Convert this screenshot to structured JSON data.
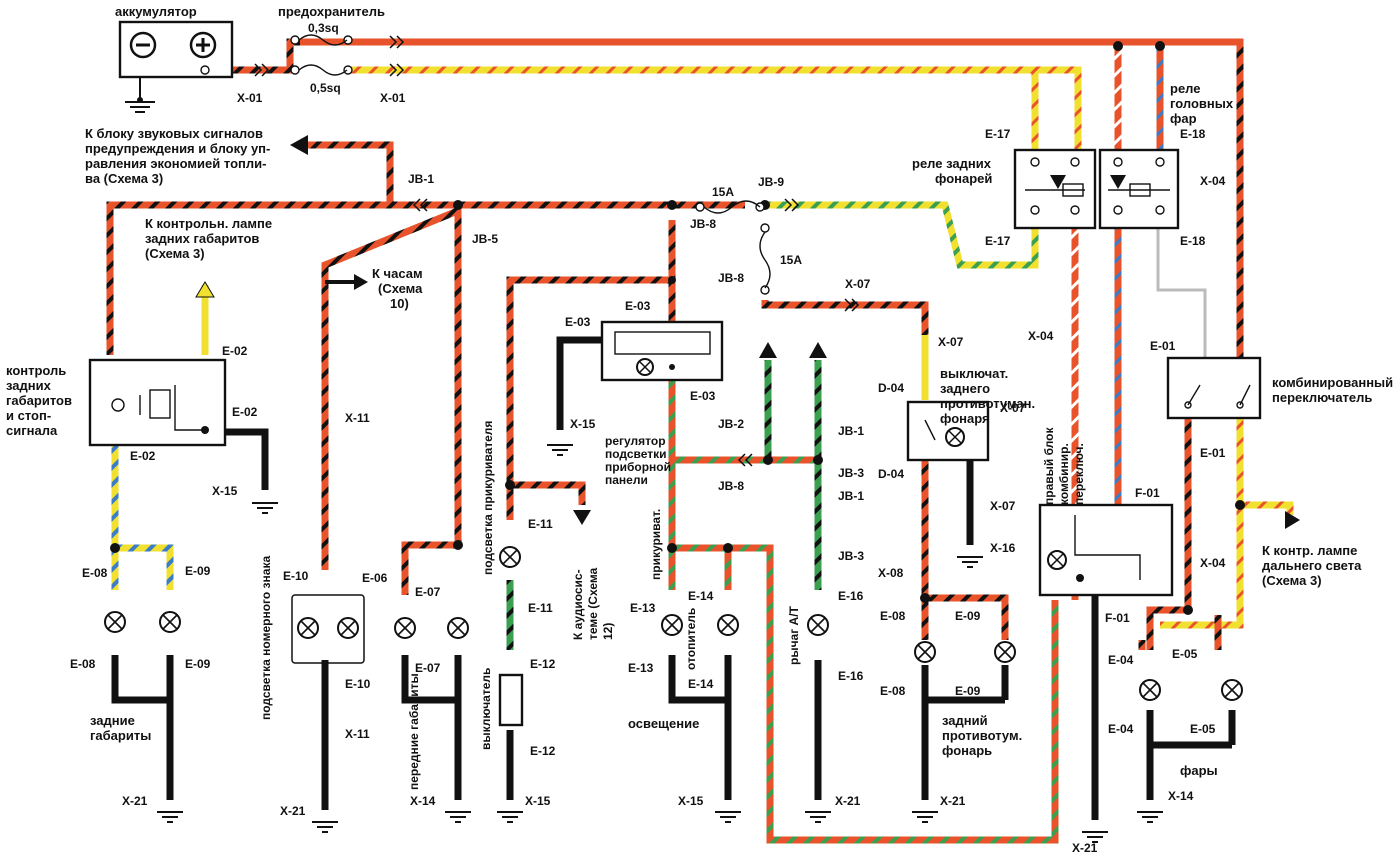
{
  "colors": {
    "red_black": [
      "#e8532b",
      "#111111"
    ],
    "yellow_red": [
      "#f2e030",
      "#e8532b"
    ],
    "green_black": [
      "#3aa050",
      "#111111"
    ],
    "orange_green": [
      "#e8532b",
      "#3aa050"
    ],
    "yellow_blue": [
      "#f2e030",
      "#3a7cc8"
    ],
    "ground": "#111111",
    "orange": "#e8532b",
    "yellow": "#f2e030"
  },
  "labels": {
    "battery": "аккумулятор",
    "fuse_link": "предохранитель",
    "fuse_03": "0,3sq",
    "fuse_05": "0,5sq",
    "x01_a": "X-01",
    "x01_b": "X-01",
    "sound_block_1": "К блоку звуковых сигналов",
    "sound_block_2": "предупреждения и блоку уп-",
    "sound_block_3": "равления экономией топли-",
    "sound_block_4": "ва (Схема 3)",
    "tail_lamp_ctrl_1": "К контрольн. лампе",
    "tail_lamp_ctrl_2": "задних габаритов",
    "tail_lamp_ctrl_3": "(Схема 3)",
    "clock_1": "К часам",
    "clock_2": "(Схема",
    "clock_3": "10)",
    "jb1_top": "JB-1",
    "jb5": "JB-5",
    "fuse15a_1": "15A",
    "jb9": "JB-9",
    "jb8_a": "JB-8",
    "jb8_b": "JB-8",
    "fuse15a_2": "15A",
    "x07_a": "X-07",
    "x07_b": "X-07",
    "x07_c": "X-07",
    "x07_d": "X-07",
    "rear_relay_1": "реле задних",
    "rear_relay_2": "фонарей",
    "head_relay_1": "реле",
    "head_relay_2": "головных",
    "head_relay_3": "фар",
    "e17_a": "E-17",
    "e17_b": "E-17",
    "e18_a": "E-18",
    "e18_b": "E-18",
    "x04_a": "X-04",
    "x04_b": "X-04",
    "x04_c": "X-04",
    "e01_a": "E-01",
    "e01_b": "E-01",
    "combi_switch": "комбинированный",
    "combi_switch_2": "переключатель",
    "right_block_1": "правый блок",
    "right_block_2": "комбинир.",
    "right_block_3": "переключ.",
    "f01_a": "F-01",
    "f01_b": "F-01",
    "highbeam_1": "К контр. лампе",
    "highbeam_2": "дальнего света",
    "highbeam_3": "(Схема 3)",
    "ctrl_tail_1": "контроль",
    "ctrl_tail_2": "задних",
    "ctrl_tail_3": "габаритов",
    "ctrl_tail_4": "и стоп-",
    "ctrl_tail_5": "сигнала",
    "e02_a": "E-02",
    "e02_b": "E-02",
    "e02_c": "E-02",
    "x15_a": "X-15",
    "x15_b": "X-15",
    "x15_c": "X-15",
    "x15_d": "X-15",
    "x11_a": "X-11",
    "x11_b": "X-11",
    "x21_a": "X-21",
    "x21_b": "X-21",
    "x21_c": "X-21",
    "x21_d": "X-21",
    "x21_e": "X-21",
    "x14_a": "X-14",
    "x14_b": "X-14",
    "e03_a": "E-03",
    "e03_b": "E-03",
    "e03_c": "E-03",
    "dimmer_1": "регулятор",
    "dimmer_2": "подсветки",
    "dimmer_3": "приборной",
    "dimmer_4": "панели",
    "jb2": "JB-2",
    "jb1_b": "JB-1",
    "jb1_c": "JB-1",
    "jb3_a": "JB-3",
    "jb3_b": "JB-3",
    "jb8_c": "JB-8",
    "e11_a": "E-11",
    "e11_b": "E-11",
    "audio_1": "К аудиосис-",
    "audio_2": "теме (Схема",
    "audio_3": "12)",
    "cig_light": "подсветка прикуривателя",
    "fog_sw_1": "выключат.",
    "fog_sw_2": "заднего",
    "fog_sw_3": "противотуман.",
    "fog_sw_4": "фонаря",
    "d04_a": "D-04",
    "d04_b": "D-04",
    "x16": "X-16",
    "x08": "X-08",
    "e08_a": "E-08",
    "e08_b": "E-08",
    "e08_c": "E-08",
    "e08_d": "E-08",
    "e09_a": "E-09",
    "e09_b": "E-09",
    "e09_c": "E-09",
    "e09_d": "E-09",
    "rear_lamps_1": "задние",
    "rear_lamps_2": "габариты",
    "e10_a": "E-10",
    "e10_b": "E-10",
    "plate_light": "подсветка номерного знака",
    "e06": "E-06",
    "e07_a": "E-07",
    "e07_b": "E-07",
    "front_lamps": "передние габариты",
    "e12_a": "E-12",
    "e12_b": "E-12",
    "switch_v": "выключатель",
    "e13_a": "E-13",
    "e13_b": "E-13",
    "e14_a": "E-14",
    "e14_b": "E-14",
    "cigar_v": "прикуриват.",
    "heater_v": "отопитель",
    "lighting": "освещение",
    "e16_a": "E-16",
    "e16_b": "E-16",
    "at_lever": "рычаг А/Т",
    "rear_fog_1": "задний",
    "rear_fog_2": "противотум.",
    "rear_fog_3": "фонарь",
    "e04_a": "E-04",
    "e04_b": "E-04",
    "e05_a": "E-05",
    "e05_b": "E-05",
    "headlamps": "фары"
  }
}
